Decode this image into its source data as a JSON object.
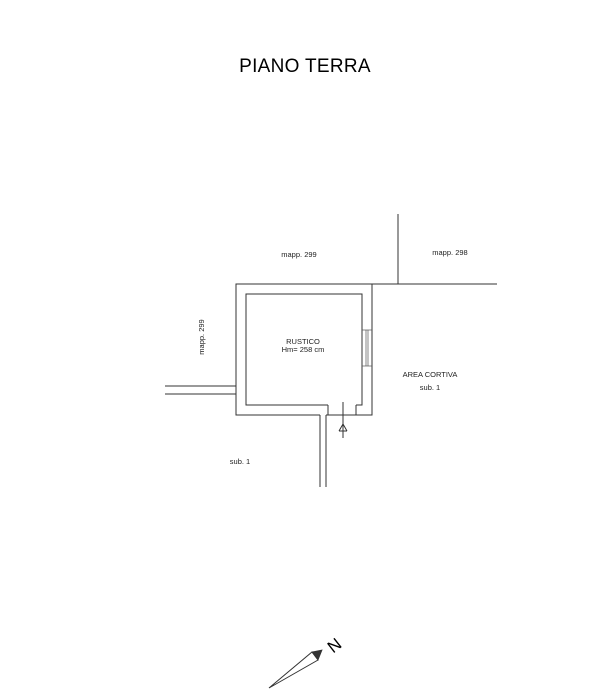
{
  "title": "PIANO TERRA",
  "labels": {
    "mapp_299_top": "mapp. 299",
    "mapp_298": "mapp. 298",
    "mapp_299_left": "mapp. 299",
    "room_name": "RUSTICO",
    "room_height": "Hm= 258 cm",
    "area_cortiva": "AREA CORTIVA",
    "sub1_right": "sub. 1",
    "sub1_left": "sub. 1"
  },
  "north_letter": "N"
}
